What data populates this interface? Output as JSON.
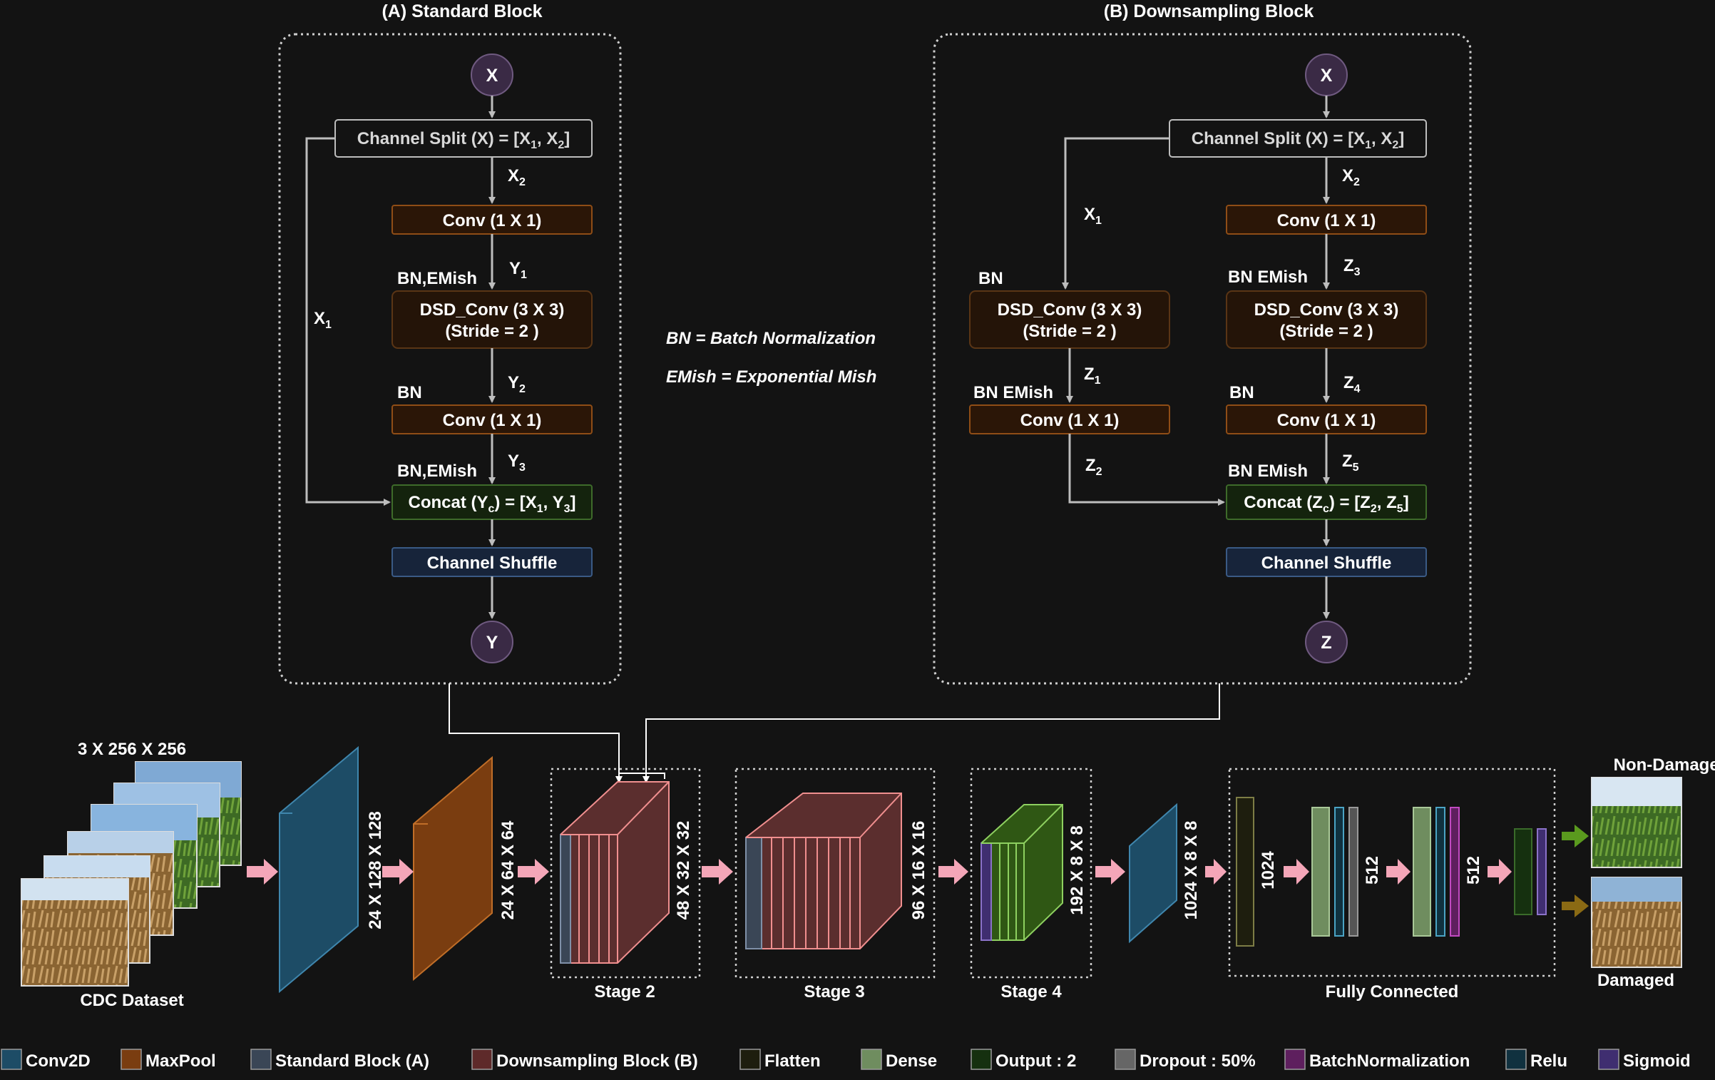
{
  "panel_a": {
    "title": "(A) Standard Block",
    "input": "X",
    "split": [
      "Channel Split (X) = [X",
      "1",
      ", X",
      "2",
      "]"
    ],
    "conv1": "Conv (1 X 1)",
    "dsd_line1": "DSD_Conv (3 X 3)",
    "dsd_line2": "(Stride = 2 )",
    "conv2": "Conv (1 X 1)",
    "concat": [
      "Concat (Y",
      "c",
      ") = [X",
      "1",
      ", Y",
      "3",
      "]"
    ],
    "shuffle": "Channel Shuffle",
    "output": "Y",
    "lbl_x2": [
      "X",
      "2"
    ],
    "lbl_y1": [
      "Y",
      "1"
    ],
    "lbl_y2": [
      "Y",
      "2"
    ],
    "lbl_y3": [
      "Y",
      "3"
    ],
    "lbl_x1": [
      "X",
      "1"
    ],
    "bn_emish_1": "BN,EMish",
    "bn_1": "BN",
    "bn_emish_2": "BN,EMish"
  },
  "panel_b": {
    "title": "(B) Downsampling Block",
    "input": "X",
    "split": [
      "Channel Split (X) = [X",
      "1",
      ", X",
      "2",
      "]"
    ],
    "conv_r1": "Conv (1 X 1)",
    "dsd_l_line1": "DSD_Conv (3 X 3)",
    "dsd_l_line2": "(Stride = 2 )",
    "dsd_r_line1": "DSD_Conv (3 X 3)",
    "dsd_r_line2": "(Stride = 2 )",
    "conv_l": "Conv (1 X 1)",
    "conv_r2": "Conv (1 X 1)",
    "concat": [
      "Concat (Z",
      "c",
      ") = [Z",
      "2",
      ", Z",
      "5",
      "]"
    ],
    "shuffle": "Channel Shuffle",
    "output": "Z",
    "lbl_x1": [
      "X",
      "1"
    ],
    "lbl_x2": [
      "X",
      "2"
    ],
    "lbl_z1": [
      "Z",
      "1"
    ],
    "lbl_z2": [
      "Z",
      "2"
    ],
    "lbl_z3": [
      "Z",
      "3"
    ],
    "lbl_z4": [
      "Z",
      "4"
    ],
    "lbl_z5": [
      "Z",
      "5"
    ],
    "bn_l": "BN",
    "bn_emish_l": "BN EMish",
    "bn_emish_r1": "BN EMish",
    "bn_r": "BN",
    "bn_emish_r2": "BN EMish"
  },
  "notes": {
    "bn": "BN = Batch Normalization",
    "emish": "EMish = Exponential Mish"
  },
  "pipeline": {
    "input_dims": "3 X 256 X 256",
    "dataset_label": "CDC Dataset",
    "dim_conv": "24 X 128 X 128",
    "dim_pool": "24 X 64 X 64",
    "dim_stage2": "48 X 32 X 32",
    "dim_stage3": "96 X 16 X 16",
    "dim_stage4": "192 X 8 X 8",
    "dim_conv_final": "1024 X 8 X 8",
    "dim_flatten": "1024",
    "dim_dense1": "512",
    "dim_dense2": "512",
    "stage2": "Stage 2",
    "stage3": "Stage 3",
    "stage4": "Stage 4",
    "fc": "Fully Connected",
    "out_nondamaged": "Non-Damaged",
    "out_damaged": "Damaged"
  },
  "legend": [
    {
      "label": "Conv2D",
      "color": "#1d4c66"
    },
    {
      "label": "MaxPool",
      "color": "#7a3d10"
    },
    {
      "label": "Standard Block (A)",
      "color": "#3a4656"
    },
    {
      "label": "Downsampling Block (B)",
      "color": "#5e2a2a"
    },
    {
      "label": "Flatten",
      "color": "#1e1e0e"
    },
    {
      "label": "Dense",
      "color": "#6f8d5f"
    },
    {
      "label": "Output : 2",
      "color": "#15300f"
    },
    {
      "label": "Dropout : 50%",
      "color": "#666666"
    },
    {
      "label": "BatchNormalization",
      "color": "#5e1f5e"
    },
    {
      "label": "Relu",
      "color": "#10313f"
    },
    {
      "label": "Sigmoid",
      "color": "#3f2e70"
    }
  ],
  "colors": {
    "conv_box": "#2b1607",
    "conv_border": "#8f4d16",
    "dsd_box": "#241408",
    "concat_box": "#14230d",
    "concat_border": "#3e6b2a",
    "shuffle_box": "#17243a",
    "shuffle_border": "#3a5a85",
    "node": "#3a2a45",
    "pink_arrow": "#f4a6b8"
  }
}
